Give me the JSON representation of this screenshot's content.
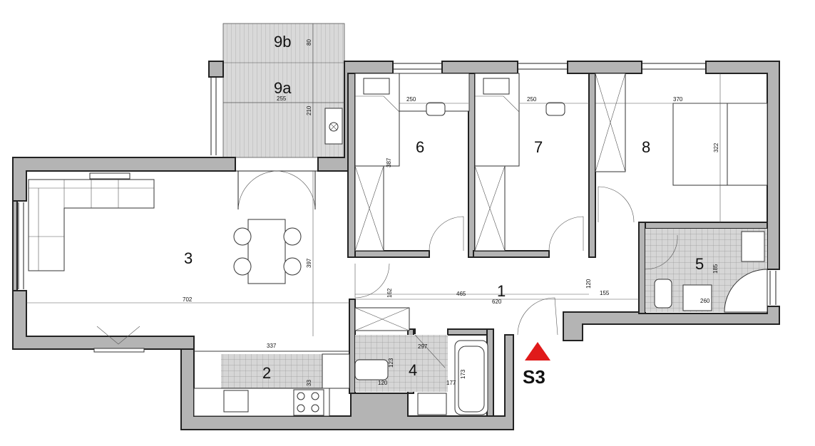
{
  "rooms": {
    "r1": "1",
    "r2": "2",
    "r3": "3",
    "r4": "4",
    "r5": "5",
    "r6": "6",
    "r7": "7",
    "r8": "8",
    "r9a": "9a",
    "r9b": "9b"
  },
  "dimensions": {
    "d80": "80",
    "d255": "255",
    "d210": "210",
    "d250a": "250",
    "d250b": "250",
    "d370": "370",
    "d387": "387",
    "d322": "322",
    "d397": "397",
    "d702": "702",
    "d337": "337",
    "d465": "465",
    "d620": "620",
    "d120a": "120",
    "d155": "155",
    "d162": "162",
    "d185": "185",
    "d260": "260",
    "d297": "297",
    "d123": "123",
    "d120b": "120",
    "d177": "177",
    "d173": "173",
    "d33": "33"
  },
  "marker": {
    "label": "S3",
    "color": "#e01a1a"
  },
  "colors": {
    "wall": "#b4b4b4",
    "tile": "#bdbdbd",
    "balcony": "#d2d2d2"
  }
}
